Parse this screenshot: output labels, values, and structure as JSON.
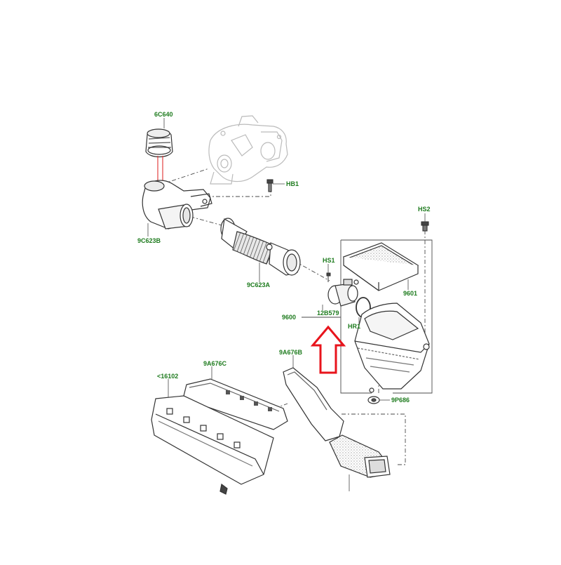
{
  "diagram": {
    "labels": {
      "turbo_hose": "6C640",
      "outlet_pipe": "9C623B",
      "bolt_hb1": "HB1",
      "bolt_hs2": "HS2",
      "intake_duct": "9C623A",
      "screw_hs1": "HS1",
      "air_cleaner": "9600",
      "filter_element": "9601",
      "maf_sensor": "12B579",
      "ring_hr1": "HR1",
      "grommet": "9P686",
      "duct_b": "9A676B",
      "duct_c": "9A676C",
      "panel_ref": "<16102"
    },
    "colors": {
      "label": "#1e7b1e",
      "line": "#4a4a4a",
      "ghost": "#b8b8b8",
      "arrow": "#e8141c",
      "hose_line": "#e03030"
    }
  }
}
